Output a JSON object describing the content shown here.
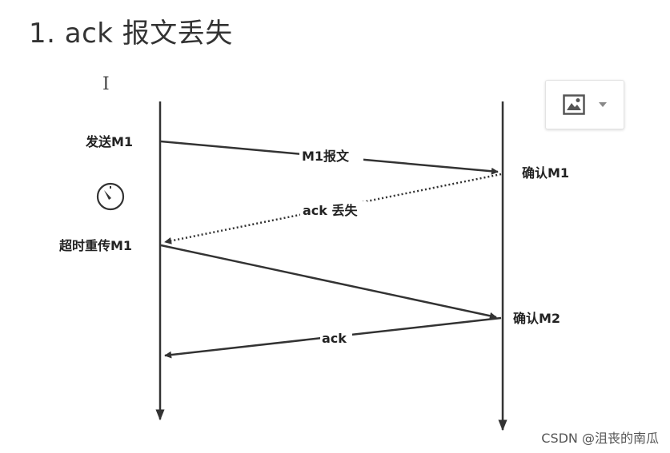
{
  "title": "1. ack 报文丢失",
  "cursor_glyph": "I",
  "labels": {
    "send_m1": "发送M1",
    "m1_msg": "M1报文",
    "confirm_m1": "确认M1",
    "ack_lost": "ack 丢失",
    "timeout_resend": "超时重传M1",
    "confirm_m2": "确认M2",
    "ack": "ack"
  },
  "icons": {
    "timer": "timer-icon",
    "image": "image-icon",
    "dropdown": "chevron-down-icon"
  },
  "watermark": "CSDN @沮丧的南瓜",
  "colors": {
    "line": "#333333",
    "text": "#222222",
    "title": "#333333"
  }
}
